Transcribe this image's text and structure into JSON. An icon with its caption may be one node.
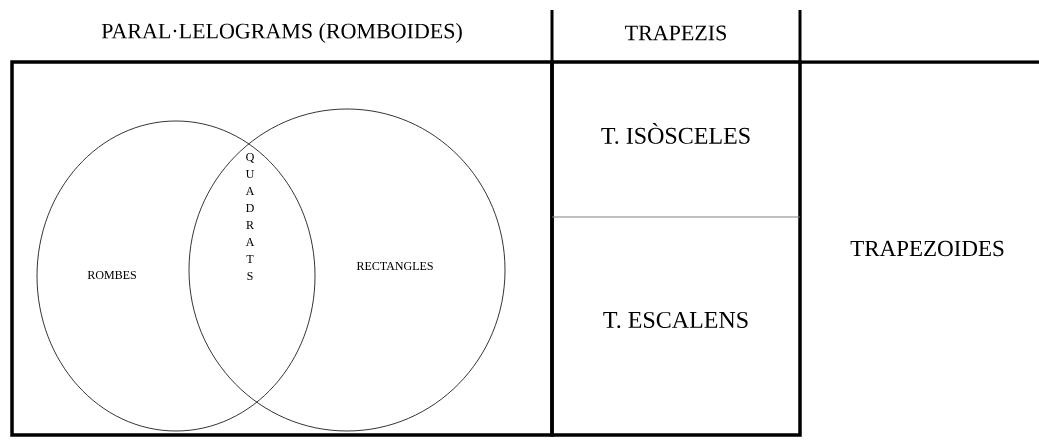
{
  "diagram": {
    "nodes": [
      {
        "text": [
          "PARAL·LELOGRAMS (ROMBOIDES)"
        ]
      },
      {
        "text": [
          "ROMBES"
        ],
        "in": 0
      },
      {
        "text": [
          "RECTANGLES"
        ],
        "in": 0
      },
      {
        "text": [
          "TRAPEZIS"
        ]
      },
      {
        "text": [
          "T. ISÒSCELES"
        ],
        "in": 3
      },
      {
        "text": [
          "T. ESCALENS"
        ],
        "in": 3
      },
      {
        "text": [
          "TRAPEZOIDES"
        ]
      }
    ],
    "labels": [
      "QUADRATS"
    ]
  }
}
